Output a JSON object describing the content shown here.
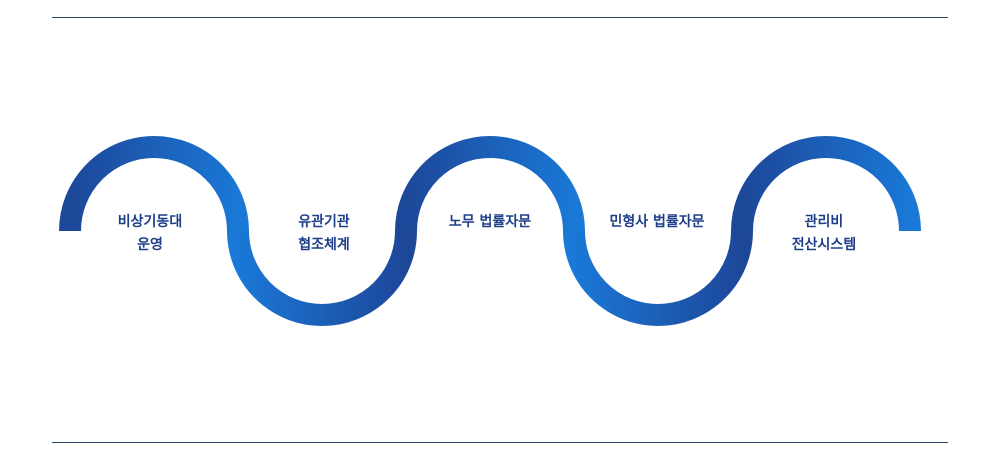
{
  "colors": {
    "arc_dark": "#1d4799",
    "arc_light": "#1a78d6",
    "label": "#1f3f8a",
    "rule": "#2c4a6b"
  },
  "steps": [
    {
      "line1": "비상기동대",
      "line2": "운영"
    },
    {
      "line1": "유관기관",
      "line2": "협조체계"
    },
    {
      "line1": "노무 법률자문",
      "line2": ""
    },
    {
      "line1": "민형사 법률자문",
      "line2": ""
    },
    {
      "line1": "관리비",
      "line2": "전산시스템"
    }
  ]
}
